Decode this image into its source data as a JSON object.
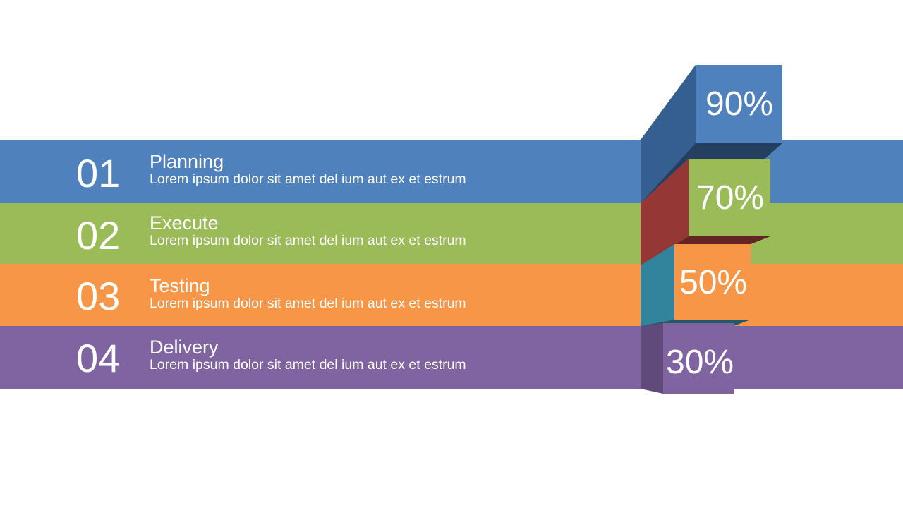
{
  "steps": [
    {
      "number": "01",
      "title": "Planning",
      "description": "Lorem ipsum dolor sit amet del ium aut ex et estrum",
      "percent": "90%",
      "color": "#4f81bd"
    },
    {
      "number": "02",
      "title": "Execute",
      "description": "Lorem ipsum dolor sit amet del ium aut ex et estrum",
      "percent": "70%",
      "color": "#9bbb59"
    },
    {
      "number": "03",
      "title": "Testing",
      "description": "Lorem ipsum dolor sit amet del ium aut ex et estrum",
      "percent": "50%",
      "color": "#f79646"
    },
    {
      "number": "04",
      "title": "Delivery",
      "description": "Lorem ipsum dolor sit amet del ium aut ex et estrum",
      "percent": "30%",
      "color": "#8064a2"
    }
  ],
  "side_colors": [
    "#365f91",
    "#953735",
    "#31849b",
    "#604a7b"
  ]
}
